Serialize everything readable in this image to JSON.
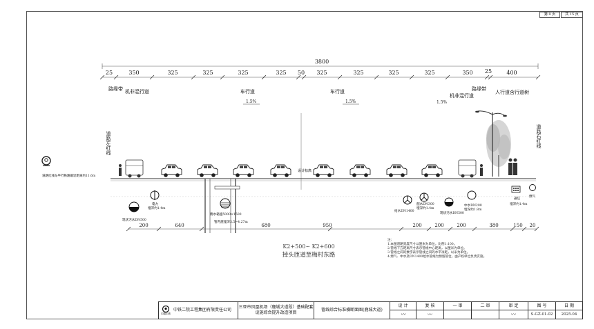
{
  "page": {
    "page_label": "第 8 页",
    "total_label": "共 15 页"
  },
  "dimensions": {
    "total": "3800",
    "segments": [
      "25",
      "350",
      "325",
      "325",
      "325",
      "325",
      "50",
      "325",
      "325",
      "325",
      "325",
      "350",
      "25",
      "400"
    ],
    "bottom_segments": [
      "200",
      "640",
      "680",
      "950",
      "200",
      "200",
      "200",
      "380",
      "150",
      "20"
    ]
  },
  "road_labels": {
    "curb_left": "路缘带",
    "mixed_left": "机非混行道",
    "lane_left": "车行道",
    "lane_right": "车行道",
    "mixed_right": "机非混行道",
    "curb_right": "路缘带",
    "sidewalk": "人行道含行道树",
    "redline_left": "道路左红线",
    "redline_right": "道路右红线",
    "pipe_note": "道路红线与平行铁路最近距离约11.6m",
    "centerline": "设计标高"
  },
  "slopes": {
    "left_lane": "1.5%",
    "right_lane": "1.5%",
    "right_mixed": "1.5%"
  },
  "pipes": {
    "power": "电力",
    "power_depth": "埋深约1.4m",
    "sewage_left": "现状污水DN500",
    "rain_culvert": "雨水箱涵5000×1500",
    "rain_culvert_depth": "管内底埋深3.5~4.27m",
    "water_supply": "给水DN1400",
    "distribution_water": "配水DN300",
    "distribution_water_depth": "埋深约1.4m",
    "sewage_right": "现状污水DN500",
    "reclaimed_water": "中水DN200",
    "reclaimed_water_depth": "埋深约1.8m",
    "telecom": "通信",
    "telecom_depth": "埋深约1.4m",
    "gas": "燃气"
  },
  "section": {
    "station_range": "K2+500~ K2+600",
    "segment_name": "掉头匝道至梅村东路"
  },
  "notes": [
    "注：",
    "1.本图道路宽度尺寸以厘米为单位，比例1:100。",
    "2.管线下方距离尺寸表示管线中心距离，以厘米为单位。",
    "3.管线之间的数字表示管线之间的水平净距，以米为单位。",
    "4.燃气、中水及DN1400给水管线为预留管位，由产权单位负责实施。"
  ],
  "title_block": {
    "company": "中铁二院工程集团有限责任公司",
    "logo_caption": "中国中铁",
    "project_line1": "三亚市凤凰机场（鹿城大道段）基础配套",
    "project_line2": "设施综合提升改造项目",
    "drawing_title": "管线综合标准横断面图(鹿城大道)",
    "design_label": "设 计",
    "check_label": "复 核",
    "review1_label": "一 审",
    "review2_label": "二 审",
    "approve_label": "审 定",
    "drawing_no_label": "图 号",
    "drawing_no": "S-GZ-01-02",
    "date_label": "日 期",
    "date": "2025.04"
  },
  "colors": {
    "line": "#333333",
    "dim_line": "#555555",
    "tree": "#9a9a9a"
  }
}
